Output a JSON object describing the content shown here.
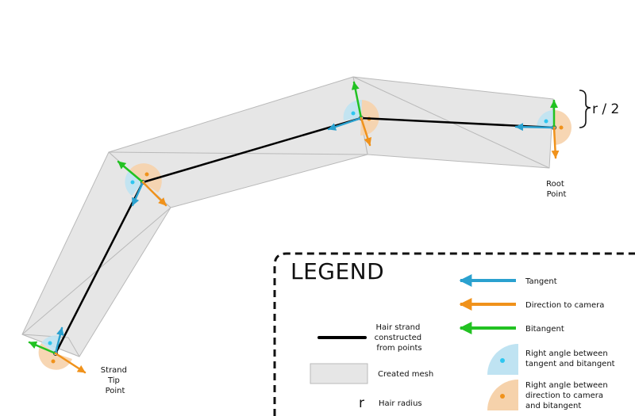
{
  "labels": {
    "root_point": [
      "Root",
      "Point"
    ],
    "tip_point": [
      "Strand",
      "Tip",
      "Point"
    ],
    "radius_half": "r / 2"
  },
  "legend": {
    "title": "LEGEND",
    "hair_strand": [
      "Hair strand",
      "constructed",
      "from points"
    ],
    "created_mesh": "Created mesh",
    "hair_radius_symbol": "r",
    "hair_radius": "Hair radius",
    "tangent": "Tangent",
    "direction_to_camera": "Direction to camera",
    "bitangent": "Bitangent",
    "right_angle_tb": [
      "Right angle between",
      "tangent and bitangent"
    ],
    "right_angle_cb": [
      "Right angle between",
      "direction to camera",
      "and bitangent"
    ]
  },
  "colors": {
    "tangent": "#2aa1cf",
    "direction_to_camera": "#f0921b",
    "bitangent": "#22c222",
    "right_angle_tb_fill": "#bfe3f2",
    "right_angle_cb_fill": "#f6d2ab",
    "mesh_fill": "#e6e6e6",
    "mesh_stroke": "#b9b9b9",
    "strand": "#000000"
  }
}
